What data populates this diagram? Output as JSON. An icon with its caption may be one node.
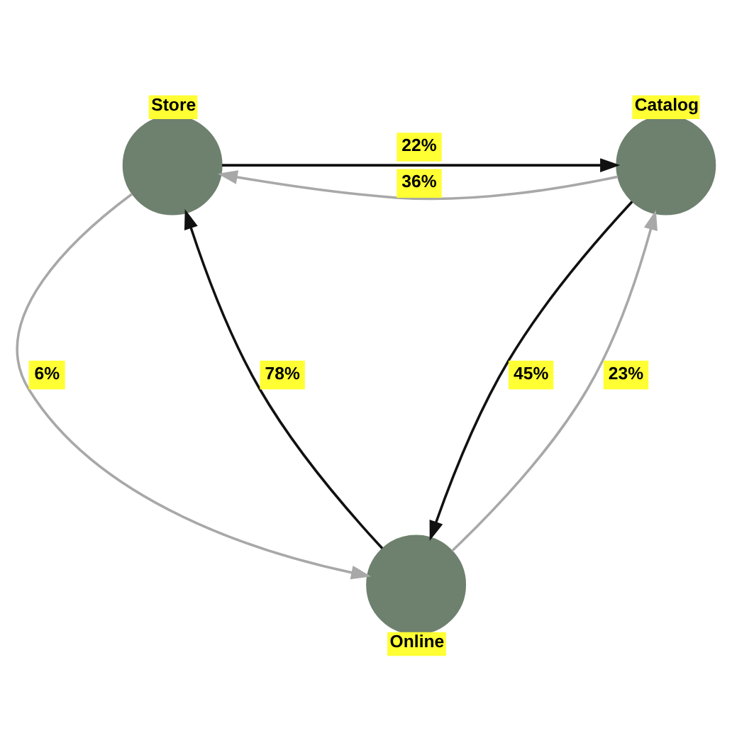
{
  "diagram": {
    "nodes": [
      {
        "text": [
          "Store"
        ]
      },
      {
        "text": [
          "Catalog"
        ]
      },
      {
        "text": [
          "Online"
        ]
      }
    ],
    "edges": [
      {
        "from": 0,
        "to": 1,
        "arrow": "to",
        "label": "22%",
        "color": "#111111"
      },
      {
        "from": 1,
        "to": 0,
        "arrow": "to",
        "label": "36%",
        "color": "#a8a8a8"
      },
      {
        "from": 0,
        "to": 2,
        "arrow": "to",
        "label": "6%",
        "color": "#a8a8a8"
      },
      {
        "from": 2,
        "to": 0,
        "arrow": "to",
        "label": "78%",
        "color": "#111111"
      },
      {
        "from": 2,
        "to": 1,
        "arrow": "to",
        "label": "23%",
        "color": "#a8a8a8"
      },
      {
        "from": 1,
        "to": 2,
        "arrow": "to",
        "label": "45%",
        "color": "#111111"
      }
    ]
  }
}
